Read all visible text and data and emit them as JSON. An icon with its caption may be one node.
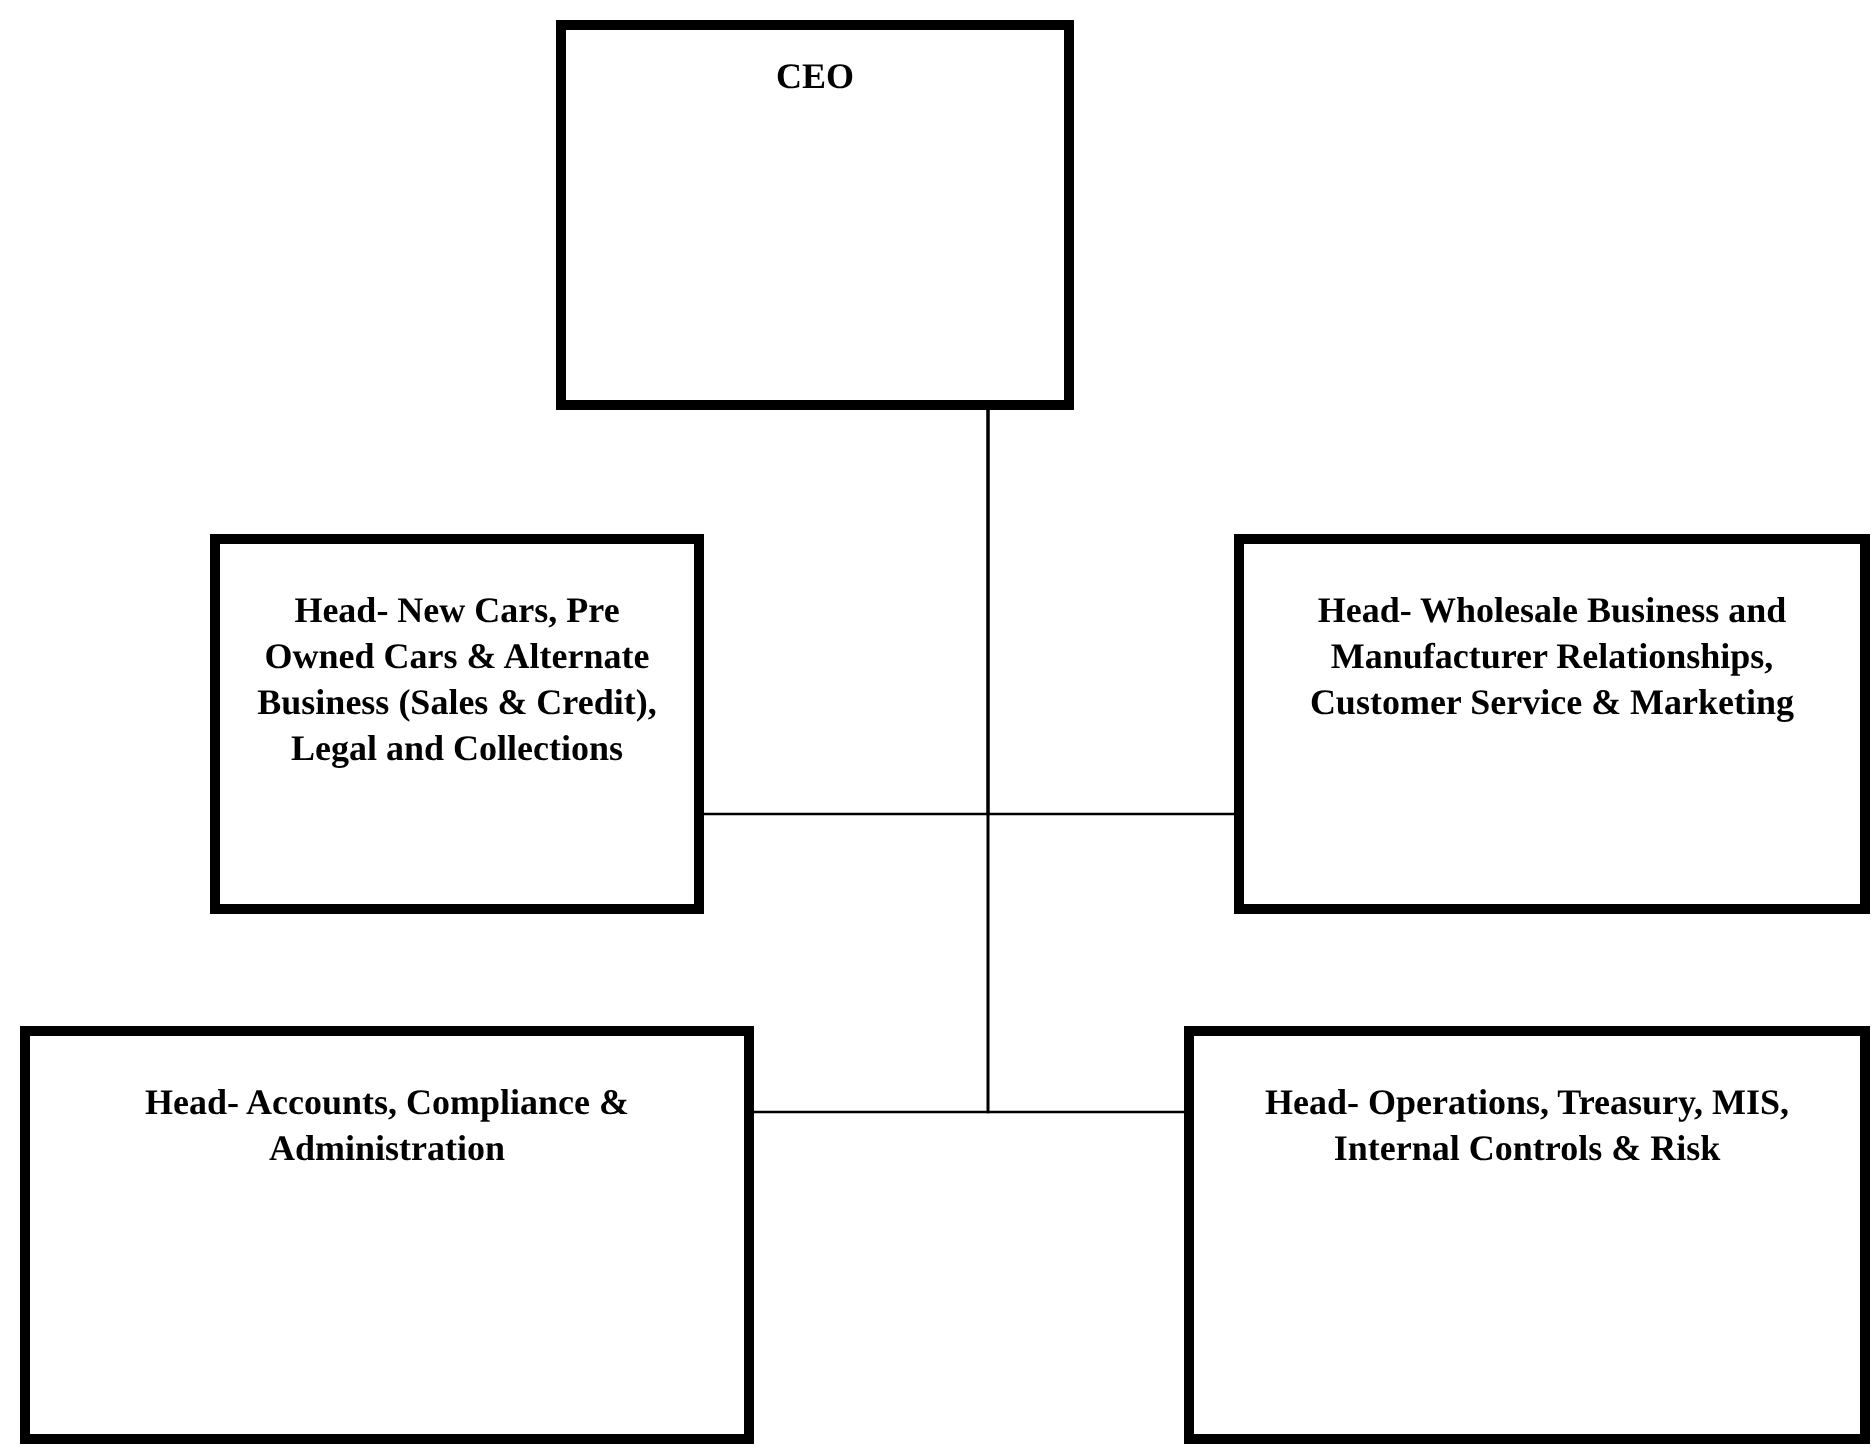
{
  "diagram": {
    "nodes": [
      {
        "text": [
          "CEO"
        ]
      },
      {
        "text": [
          "Head- New Cars, Pre Owned Cars & Alternate Business (Sales & Credit), Legal and Collections"
        ]
      },
      {
        "text": [
          "Head- Wholesale Business and Manufacturer Relationships, Customer Service & Marketing"
        ]
      },
      {
        "text": [
          "Head- Accounts, Compliance & Administration"
        ]
      },
      {
        "text": [
          "Head- Operations, Treasury, MIS, Internal Controls & Risk"
        ]
      }
    ],
    "edges": [
      {
        "from": 0,
        "to": 1,
        "arrow": "none"
      },
      {
        "from": 0,
        "to": 2,
        "arrow": "none"
      },
      {
        "from": 0,
        "to": 3,
        "arrow": "none"
      },
      {
        "from": 0,
        "to": 4,
        "arrow": "none"
      }
    ]
  }
}
